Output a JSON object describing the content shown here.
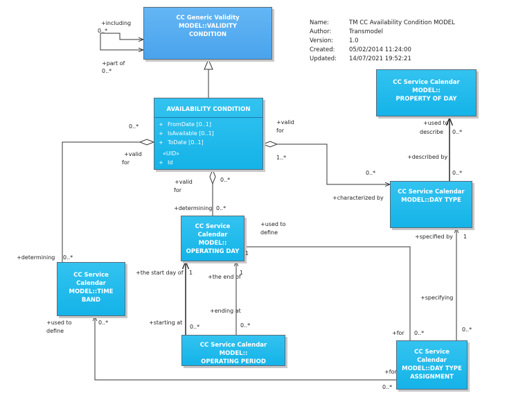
{
  "metadata": {
    "name_label": "Name:",
    "name_value": "TM CC Availability Condition MODEL",
    "author_label": "Author:",
    "author_value": "Transmodel",
    "version_label": "Version:",
    "version_value": "1.0",
    "created_label": "Created:",
    "created_value": "05/02/2014 11:24:00",
    "updated_label": "Updated:",
    "updated_value": "14/07/2021 19:52:21"
  },
  "classes": {
    "validity_condition": {
      "line1": "CC Generic Validity MODEL::VALIDITY",
      "line2": "CONDITION"
    },
    "availability_condition": {
      "title": "AVAILABILITY CONDITION",
      "attributes": [
        {
          "vis": "+",
          "text": "FromDate [0..1]"
        },
        {
          "vis": "+",
          "text": "IsAvailable [0..1]"
        },
        {
          "vis": "+",
          "text": "ToDate [0..1]"
        }
      ],
      "stereotype": "«UID»",
      "uid": {
        "vis": "+",
        "text": "Id"
      }
    },
    "property_of_day": {
      "line1": "CC Service Calendar MODEL::",
      "line2": "PROPERTY OF DAY"
    },
    "day_type": {
      "line1": "CC Service Calendar",
      "line2": "MODEL::DAY TYPE"
    },
    "operating_day": {
      "line1": "CC Service Calendar",
      "line2": "MODEL::",
      "line3": "OPERATING DAY"
    },
    "time_band": {
      "line1": "CC Service Calendar",
      "line2": "MODEL::TIME",
      "line3": "BAND"
    },
    "operating_period": {
      "line1": "CC Service Calendar MODEL::",
      "line2": "OPERATING PERIOD"
    },
    "day_type_assignment": {
      "line1": "CC Service Calendar",
      "line2": "MODEL::DAY TYPE",
      "line3": "ASSIGNMENT"
    }
  },
  "labels": {
    "including": "+including",
    "including_mult": "0..*",
    "part_of": "+part of",
    "part_of_mult": "0..*",
    "ac_left_mult": "0..*",
    "valid_for_left_1": "+valid",
    "valid_for_left_2": "for",
    "valid_for_right_1": "+valid",
    "valid_for_right_2": "for",
    "ac_right_mult": "1..*",
    "dt_left_mult": "0..*",
    "characterized_by": "+characterized by",
    "used_to_describe_1": "+used to",
    "used_to_describe_2": "describe",
    "pod_mult": "0..*",
    "described_by": "+described by",
    "dt_top_mult": "0..*",
    "valid_for_mid_1": "+valid",
    "valid_for_mid_2": "for",
    "ac_bottom_mult": "0..*",
    "determining_od": "+determining",
    "od_top_mult": "0..*",
    "used_to_define_od_1": "+used to",
    "used_to_define_od_2": "define",
    "od_right_mult": "1",
    "specified_by": "+specified by",
    "dt_bottom_mult": "1",
    "determining_tb": "+determining",
    "tb_top_mult": "0..*",
    "start_day_of": "+the start day of",
    "start_day_mult": "1",
    "end_of": "+the end of",
    "end_of_mult": "1",
    "ending_at": "+ending at",
    "starting_at": "+starting at",
    "op_start_mult": "0..*",
    "op_end_mult": "0..*",
    "used_to_define_tb_1": "+used to",
    "used_to_define_tb_2": "define",
    "tb_bottom_mult": "0..*",
    "specifying": "+specifying",
    "for_od": "+for",
    "dta_od_mult": "0..*",
    "dta_dt_mult": "0..*",
    "for_tb": "+for",
    "dta_tb_mult": "0..*"
  }
}
